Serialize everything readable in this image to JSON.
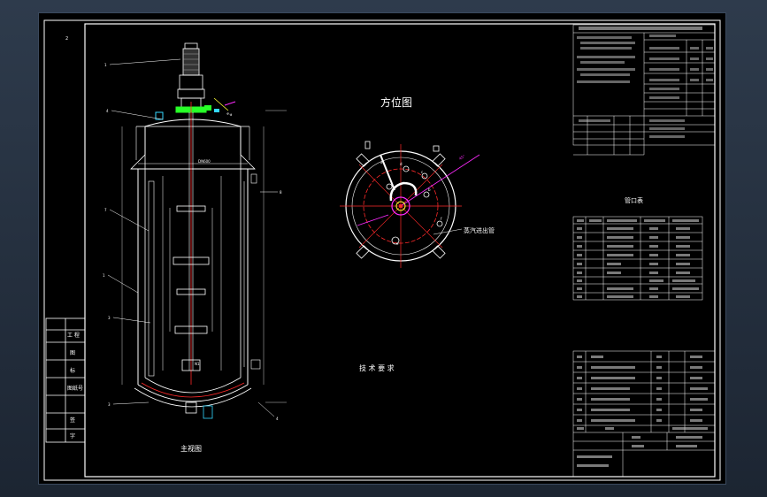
{
  "drawing": {
    "main_view_title": "主视图",
    "orientation_title": "方位图",
    "tech_requirements": "技 术 要 求",
    "nozzle_table_title": "管口表",
    "outlet_label": "蒸汽进出管",
    "side_panel": [
      "工 程",
      "图",
      "标",
      "图纸号",
      "签",
      "字"
    ]
  },
  "colors": {
    "paper": "#000000",
    "lines": "#ffffff",
    "center_lines": "#ff2a2a",
    "magenta": "#ff2aff",
    "cyan": "#34d8ff",
    "green": "#28ff28",
    "yellow": "#ffff33"
  }
}
